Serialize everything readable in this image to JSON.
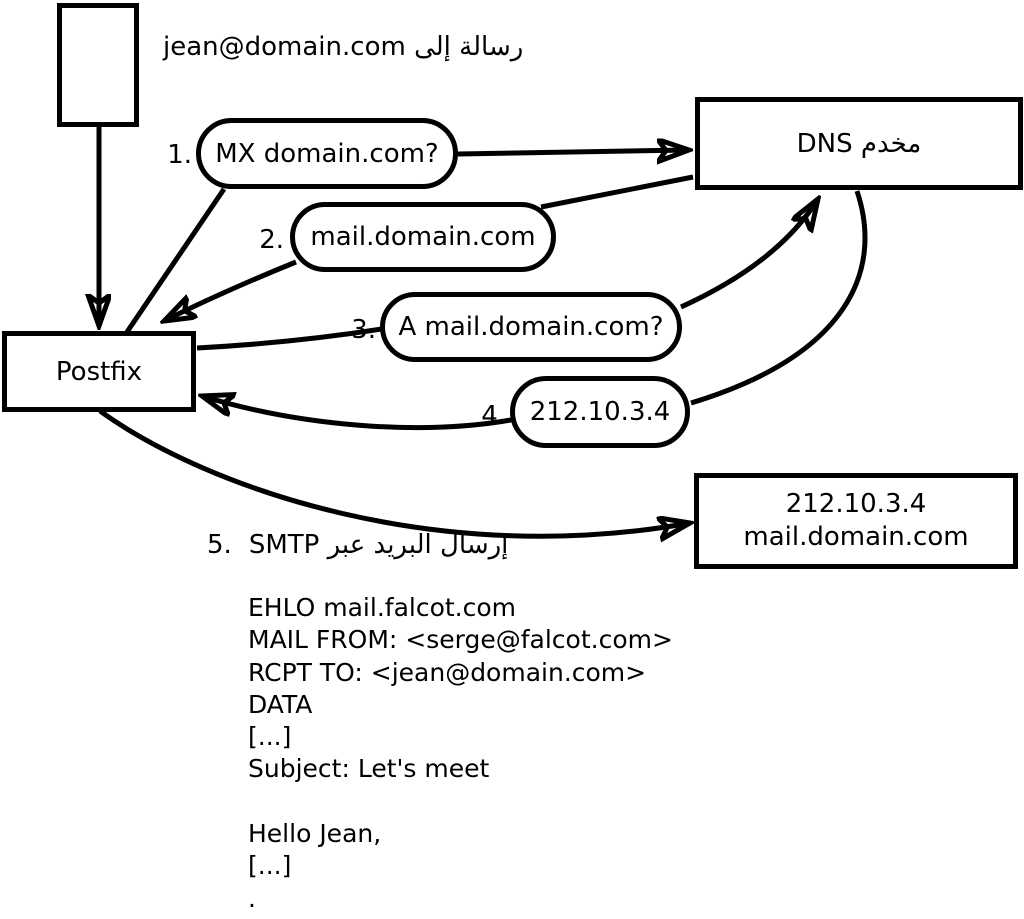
{
  "colors": {
    "ink": "#000000",
    "paper": "#ffffff"
  },
  "diagram": {
    "message_label": "رسالة إلى jean@domain.com",
    "nodes": {
      "postfix": "Postfix",
      "dns_server": "مخدم DNS",
      "mail_server": {
        "line1": "212.10.3.4",
        "line2": "mail.domain.com"
      }
    },
    "steps": [
      {
        "num": "1.",
        "label": "MX domain.com?"
      },
      {
        "num": "2.",
        "label": "mail.domain.com"
      },
      {
        "num": "3.",
        "label": "A mail.domain.com?"
      },
      {
        "num": "4.",
        "label": "212.10.3.4"
      },
      {
        "num": "5.",
        "label": "إرسال البريد عبر SMTP"
      }
    ],
    "smtp_session": "EHLO mail.falcot.com\nMAIL FROM: <serge@falcot.com>\nRCPT TO: <jean@domain.com>\nDATA\n[...]\nSubject: Let's meet\n\nHello Jean,\n[...]\n."
  }
}
